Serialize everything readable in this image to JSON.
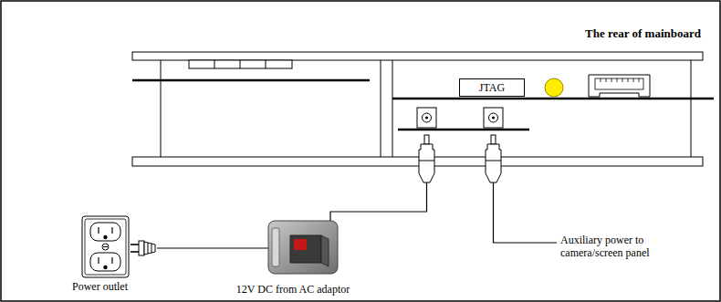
{
  "diagram": {
    "title": "The rear of mainboard",
    "nodes": [
      {
        "text": [
          "JTAG"
        ]
      }
    ],
    "labels": [
      "Power outlet",
      "12V DC from AC adaptor",
      "Auxiliary power to camera/screen panel"
    ]
  }
}
